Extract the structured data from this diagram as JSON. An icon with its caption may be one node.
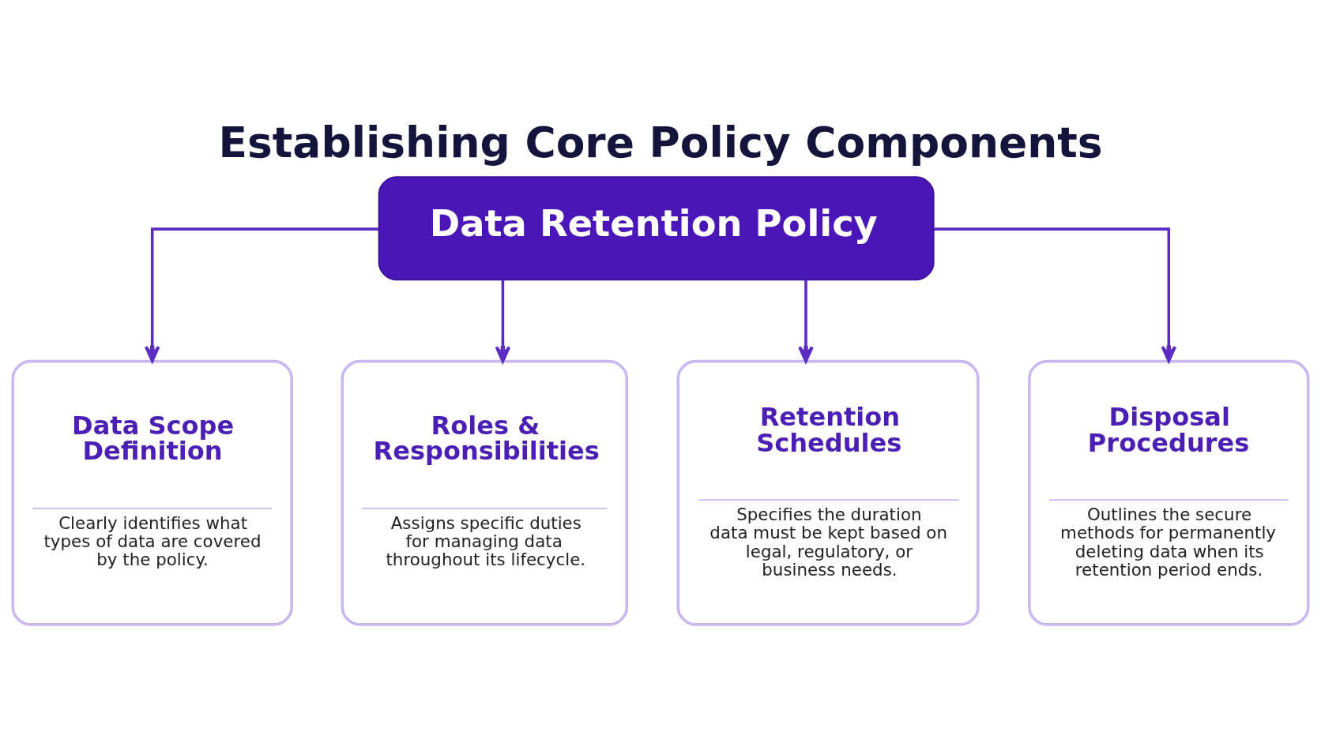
{
  "diagram": {
    "title": "Establishing Core Policy Components",
    "nodes": [
      {
        "text": [
          "Data Retention Policy"
        ]
      },
      {
        "text": [
          "Data Scope Definition",
          "Clearly identifies what types of data are covered by the policy."
        ]
      },
      {
        "text": [
          "Roles & Responsibilities",
          "Assigns specific duties for managing data throughout its lifecycle."
        ]
      },
      {
        "text": [
          "Retention Schedules",
          "Specifies the duration data must be kept based on legal, regulatory, or business needs."
        ]
      },
      {
        "text": [
          "Disposal Procedures",
          "Outlines the secure methods for permanently deleting data when its retention period ends."
        ]
      }
    ],
    "edges": [
      {
        "from": 0,
        "to": 1,
        "arrow": "to"
      },
      {
        "from": 0,
        "to": 2,
        "arrow": "to"
      },
      {
        "from": 0,
        "to": 3,
        "arrow": "to"
      },
      {
        "from": 0,
        "to": 4,
        "arrow": "to"
      }
    ]
  }
}
